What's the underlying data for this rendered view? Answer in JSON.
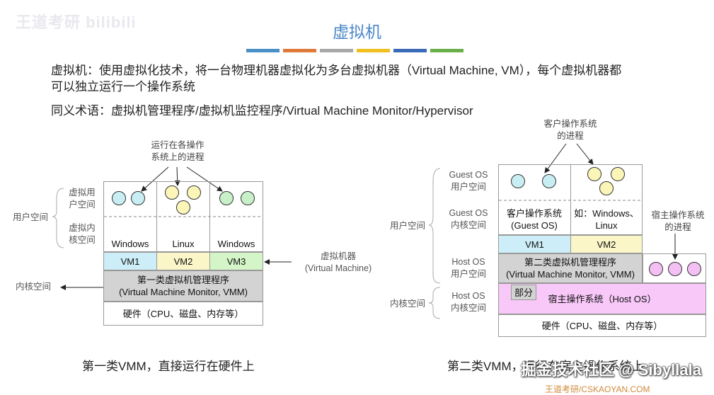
{
  "header": {
    "watermark": "王道考研 bilibili",
    "title": "虚拟机",
    "bar_colors": [
      "#4a90c8",
      "#e07a3a",
      "#a8a8a8",
      "#f0c020",
      "#3a6ab8",
      "#6ab04a"
    ]
  },
  "intro": {
    "line1": "虚拟机：使用虚拟化技术，将一台物理机器虚拟化为多台虚拟机器（Virtual Machine, VM），每个虚拟机器都",
    "line2": "可以独立运行一个操作系统",
    "line3": "同义术语：虚拟机管理程序/虚拟机监控程序/Virtual Machine Monitor/Hypervisor"
  },
  "left_diagram": {
    "processes_label_1": "运行在各操作",
    "processes_label_2": "系统上的进程",
    "vm_user_space_1": "虚拟用",
    "vm_user_space_2": "户空间",
    "vm_kernel_space_1": "虚拟内",
    "vm_kernel_space_2": "核空间",
    "user_space": "用户空间",
    "kernel_space": "内核空间",
    "os_names": [
      "Windows",
      "Linux",
      "Windows"
    ],
    "vm_names": [
      "VM1",
      "VM2",
      "VM3"
    ],
    "vm_label_1": "虚拟机器",
    "vm_label_2": "(Virtual Machine)",
    "vmm_line1": "第一类虚拟机管理程序",
    "vmm_line2": "(Virtual Machine Monitor, VMM)",
    "hardware": "硬件（CPU、磁盘、内存等）",
    "caption": "第一类VMM，直接运行在硬件上"
  },
  "right_diagram": {
    "guest_processes_1": "客户操作系统",
    "guest_processes_2": "的进程",
    "guest_user_1": "Guest OS",
    "guest_user_2": "用户空间",
    "guest_kernel_1": "Guest OS",
    "guest_kernel_2": "内核空间",
    "host_user_1": "Host OS",
    "host_user_2": "用户空间",
    "host_kernel_1": "Host OS",
    "host_kernel_2": "内核空间",
    "user_space": "用户空间",
    "kernel_space": "内核空间",
    "guest_os_1": "客户操作系统",
    "guest_os_2": "(Guest OS)",
    "example_1": "如：Windows、",
    "example_2": "Linux",
    "vm_names": [
      "VM1",
      "VM2"
    ],
    "vmm_line1": "第二类虚拟机管理程序",
    "vmm_line2": "(Virtual Machine Monitor, VMM)",
    "host_proc_1": "宿主操作系统",
    "host_proc_2": "的进程",
    "partial": "部分",
    "host_os": "宿主操作系统（Host OS）",
    "hardware": "硬件（CPU、磁盘、内存等）",
    "caption": "第二类VMM，运行在宿主操作系统上"
  },
  "footer": {
    "watermark": "掘金技术社区 @ Sibyllala",
    "site": "王道考研/CSKAOYAN.COM"
  },
  "colors": {
    "vm1": "#cdeef8",
    "vm2": "#fbf6c8",
    "vm3": "#d4f5c8",
    "vmm": "#d3d3d3",
    "host": "#f8c8f8",
    "proc_blue": "#c8eef4",
    "proc_yellow": "#fbf6b8",
    "proc_green": "#c8f0c8",
    "proc_pink": "#f4c0f4"
  }
}
